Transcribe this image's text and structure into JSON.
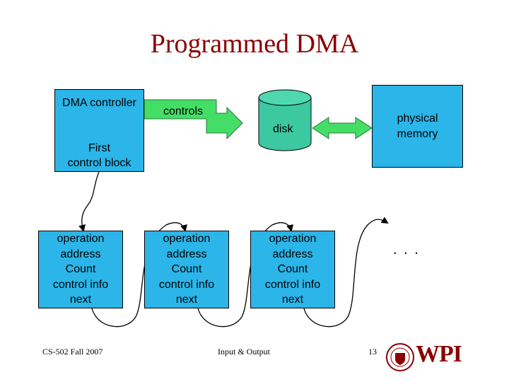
{
  "title": "Programmed DMA",
  "dma_controller": {
    "label": "DMA controller",
    "block_label": "First\ncontrol block"
  },
  "controls_label": "controls",
  "disk_label": "disk",
  "memory_label": "physical\nmemory",
  "control_blocks": [
    {
      "lines": [
        "operation",
        "address",
        "Count",
        "control info",
        "next"
      ]
    },
    {
      "lines": [
        "operation",
        "address",
        "Count",
        "control info",
        "next"
      ]
    },
    {
      "lines": [
        "operation",
        "address",
        "Count",
        "control info",
        "next"
      ]
    }
  ],
  "ellipsis": ". . .",
  "footer": {
    "course": "CS-502 Fall 2007",
    "topic": "Input & Output",
    "page": "13"
  },
  "logo_text": "WPI",
  "colors": {
    "box_fill": "#2bb5e8",
    "arrow_fill": "#44dd66",
    "disk_fill": "#3cc8a0",
    "title": "#8b0000"
  }
}
